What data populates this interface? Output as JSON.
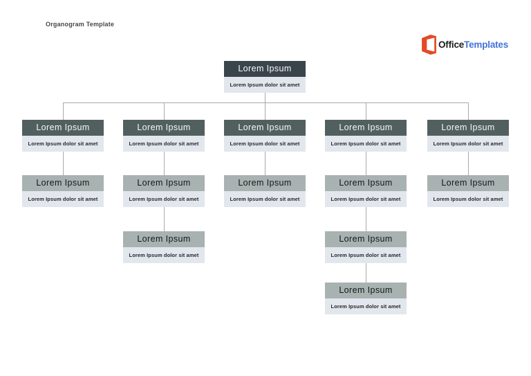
{
  "header": {
    "title": "Organogram Template"
  },
  "logo": {
    "part1": "Office",
    "part2": "Templates",
    "icon": "office-logo-icon",
    "colors": {
      "icon_orange": "#E44A26",
      "part1_text": "#1C1C1C",
      "part2_text": "#4273D9"
    }
  },
  "colors": {
    "level1_header_bg": "#3A454B",
    "level2_header_bg": "#51605F",
    "level3_header_bg": "#A8B2B0",
    "subtitle_bg": "#E2E6ED",
    "header_text_light": "#F7F9F9",
    "header_text_dark": "#14181B",
    "subtitle_text": "#26282C",
    "connector_line": "#A9A9A9",
    "page_title_text": "#474747"
  },
  "org_chart": {
    "root": {
      "level": 1,
      "title": "Lorem Ipsum",
      "subtitle": "Lorem Ipsum dolor sit amet"
    },
    "branches": [
      {
        "name": "branch-1",
        "nodes": [
          {
            "level": 2,
            "title": "Lorem Ipsum",
            "subtitle": "Lorem Ipsum dolor sit amet"
          },
          {
            "level": 3,
            "title": "Lorem Ipsum",
            "subtitle": "Lorem Ipsum dolor sit amet"
          }
        ]
      },
      {
        "name": "branch-2",
        "nodes": [
          {
            "level": 2,
            "title": "Lorem Ipsum",
            "subtitle": "Lorem Ipsum dolor sit amet"
          },
          {
            "level": 3,
            "title": "Lorem Ipsum",
            "subtitle": "Lorem Ipsum dolor sit amet"
          },
          {
            "level": 4,
            "title": "Lorem Ipsum",
            "subtitle": "Lorem Ipsum dolor sit amet"
          }
        ]
      },
      {
        "name": "branch-3",
        "nodes": [
          {
            "level": 2,
            "title": "Lorem Ipsum",
            "subtitle": "Lorem Ipsum dolor sit amet"
          },
          {
            "level": 3,
            "title": "Lorem Ipsum",
            "subtitle": "Lorem Ipsum dolor sit amet"
          }
        ]
      },
      {
        "name": "branch-4",
        "nodes": [
          {
            "level": 2,
            "title": "Lorem Ipsum",
            "subtitle": "Lorem Ipsum dolor sit amet"
          },
          {
            "level": 3,
            "title": "Lorem Ipsum",
            "subtitle": "Lorem Ipsum dolor sit amet"
          },
          {
            "level": 4,
            "title": "Lorem Ipsum",
            "subtitle": "Lorem Ipsum dolor sit amet"
          },
          {
            "level": 5,
            "title": "Lorem Ipsum",
            "subtitle": "Lorem Ipsum dolor sit amet"
          }
        ]
      },
      {
        "name": "branch-5",
        "nodes": [
          {
            "level": 2,
            "title": "Lorem Ipsum",
            "subtitle": "Lorem Ipsum dolor sit amet"
          },
          {
            "level": 3,
            "title": "Lorem Ipsum",
            "subtitle": "Lorem Ipsum dolor sit amet"
          }
        ]
      }
    ]
  }
}
